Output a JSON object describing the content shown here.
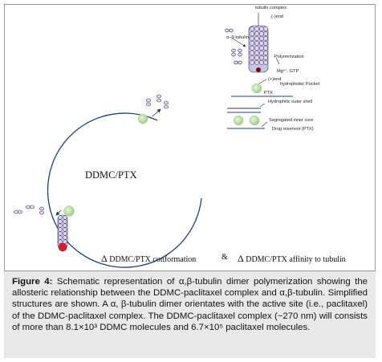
{
  "figure": {
    "center_label": "DDMC/PTX",
    "annotations": {
      "tubulin_complex": "tubulin complex",
      "minus_end": "(-)end",
      "alpha_beta_tubulin": "α–β-tubulin",
      "polymerization": "Polymerization",
      "mg_gtp": "Mg²⁺, GTP",
      "plus_end": "(+)end",
      "hydrophobic_pocket": "hydrophobic Pocket",
      "ptx": "PTX",
      "hydrophilic_outer_shell": "Hydrophilic  outer shell",
      "segregated_inner_core": "Segregated inner core",
      "drug_reservoir": "Drug reservoir (PTX)"
    },
    "bottom_labels": {
      "conformation": "DDMC/PTX conformation",
      "ampersand": "&",
      "affinity": "DDMC/PTX affinity to tubulin",
      "delta_symbol": "Δ"
    }
  },
  "caption": {
    "label": "Figure 4:",
    "text": "Schematic representation of α,β-tubulin dimer polymerization showing the allosteric relationship between the DDMC-paclitaxel complex and α,β-tubulin. Simplified structures are shown. A α, β-tubulin dimer orientates with the active site (i.e., paclitaxel) of the DDMC-paclitaxel complex. The DDMC-paclitaxel complex (~270 nm) will consists of more than 8.1×10³ DDMC molecules and 6.7×10⁵ paclitaxel molecules."
  }
}
